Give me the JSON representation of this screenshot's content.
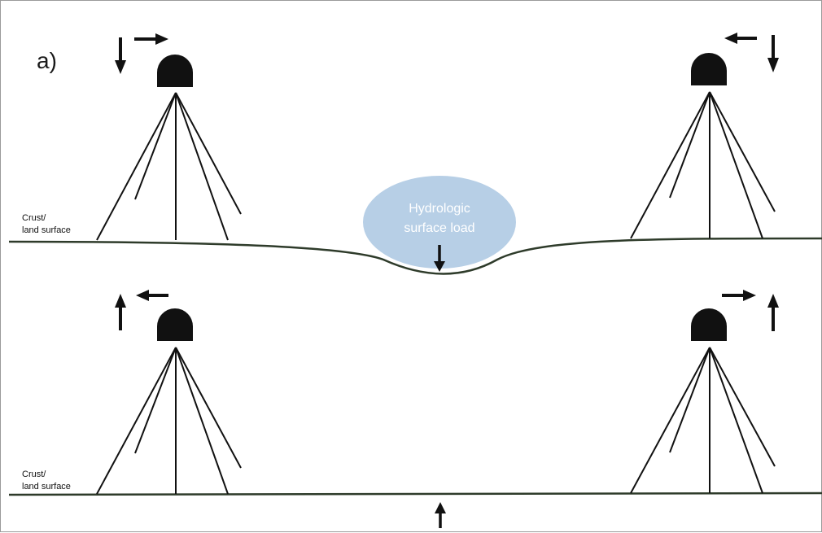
{
  "figure": {
    "panel_label": "a)",
    "top_panel": {
      "crust_label_line1": "Crust/",
      "crust_label_line2": "land surface",
      "load_label_line1": "Hydrologic",
      "load_label_line2": "surface load"
    },
    "bottom_panel": {
      "crust_label_line1": "Crust/",
      "crust_label_line2": "land surface"
    },
    "colors": {
      "load": "#b7cfe6",
      "ink": "#111111",
      "surface_line": "#2e3b2a"
    }
  }
}
